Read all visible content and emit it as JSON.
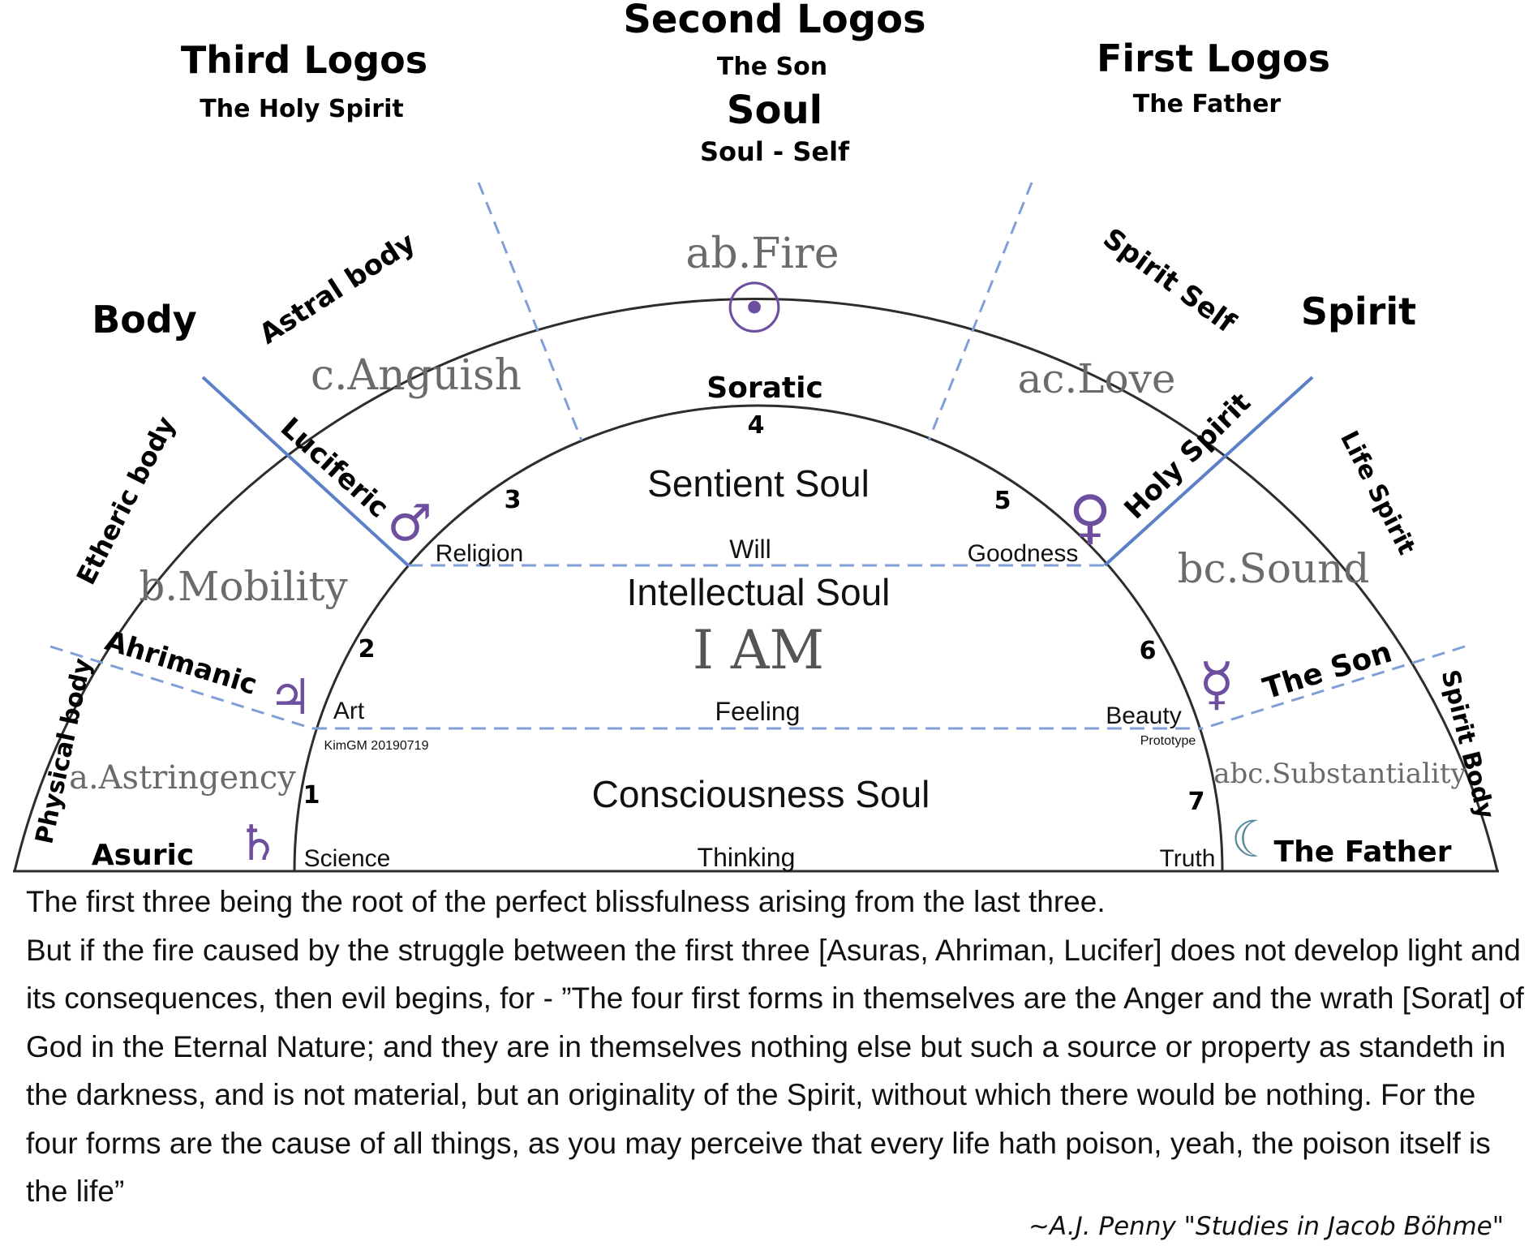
{
  "logos": {
    "second": {
      "title": "Second Logos",
      "sub": "The Son"
    },
    "third": {
      "title": "Third Logos",
      "sub": "The Holy Spirit"
    },
    "first": {
      "title": "First Logos",
      "sub": "The Father"
    }
  },
  "headers": {
    "soul": "Soul",
    "soul_self": "Soul - Self",
    "body": "Body",
    "spirit": "Spirit"
  },
  "rim": {
    "astral_body": "Astral body",
    "etheric_body": "Etheric body",
    "physical_body": "Physical body",
    "spirit_self": "Spirit Self",
    "life_spirit": "Life Spirit",
    "spirit_body": "Spirit Body"
  },
  "boundaries": {
    "luciferic": "Luciferic",
    "ahrimanic": "Ahrimanic",
    "asuric": "Asuric",
    "holy_spirit": "Holy Spirit",
    "the_son": "The Son",
    "the_father": "The Father",
    "soratic": "Soratic"
  },
  "qualities": {
    "fire": "ab.Fire",
    "anguish": "c.Anguish",
    "love": "ac.Love",
    "mobility": "b.Mobility",
    "sound": "bc.Sound",
    "astringency": "a.Astringency",
    "substantiality": "abc.Substantiality"
  },
  "numbers": {
    "n1": "1",
    "n2": "2",
    "n3": "3",
    "n4": "4",
    "n5": "5",
    "n6": "6",
    "n7": "7"
  },
  "inner": {
    "sentient_soul": "Sentient Soul",
    "will": "Will",
    "religion": "Religion",
    "goodness": "Goodness",
    "intellectual_soul": "Intellectual Soul",
    "i_am": "I AM",
    "feeling": "Feeling",
    "art": "Art",
    "beauty": "Beauty",
    "prototype": "Prototype",
    "credit": "KimGM 20190719",
    "consciousness_soul": "Consciousness Soul",
    "thinking": "Thinking",
    "science": "Science",
    "truth": "Truth"
  },
  "symbols": {
    "sun": "☉",
    "mars": "♂",
    "venus": "♀",
    "jupiter": "♃",
    "mercury": "☿",
    "saturn": "♄",
    "moon": "☾"
  },
  "colors": {
    "line": "#2d2d2d",
    "dashed": "#7f9fd6",
    "solid_blue": "#5b80c8",
    "symbol": "#6e4e9e",
    "quality": "#6b6b6b"
  },
  "quote": [
    "The first three being the root of the perfect blissfulness arising from the last three.",
    "But if the fire caused by the struggle between the first three [Asuras, Ahriman, Lucifer] does not develop light and its consequences, then evil begins, for - ”The four first forms in themselves are the Anger and the wrath [Sorat] of God in the Eternal Nature; and they are in themselves nothing else but such a source or property as standeth in the darkness, and is not material, but an originality of the Spirit, without which there would be nothing. For the four forms are the cause of all things, as you may perceive that every life hath poison, yeah, the poison itself is the life”"
  ],
  "attribution": "~A.J. Penny \"Studies in Jacob Böhme\""
}
